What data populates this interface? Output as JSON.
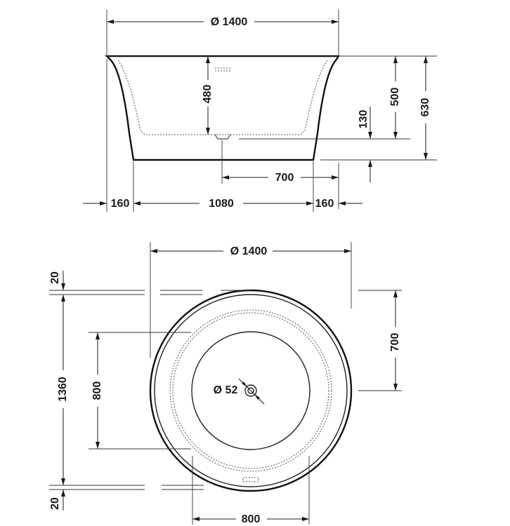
{
  "side_view": {
    "dim_overall_width": "Ø 1400",
    "dim_inner_depth": "480",
    "dim_rim_height": "500",
    "dim_total_height": "630",
    "dim_drain_height": "130",
    "dim_drain_offset": "700",
    "dim_left_flare": "160",
    "dim_base_width": "1080",
    "dim_right_flare": "160"
  },
  "top_view": {
    "dim_diameter": "Ø 1400",
    "dim_top_gap": "20",
    "dim_inner_height": "1360",
    "dim_bottom_gap": "20",
    "dim_basin_height": "800",
    "dim_drain_offset": "700",
    "dim_drain_diameter": "Ø 52",
    "dim_basin_width": "800"
  }
}
